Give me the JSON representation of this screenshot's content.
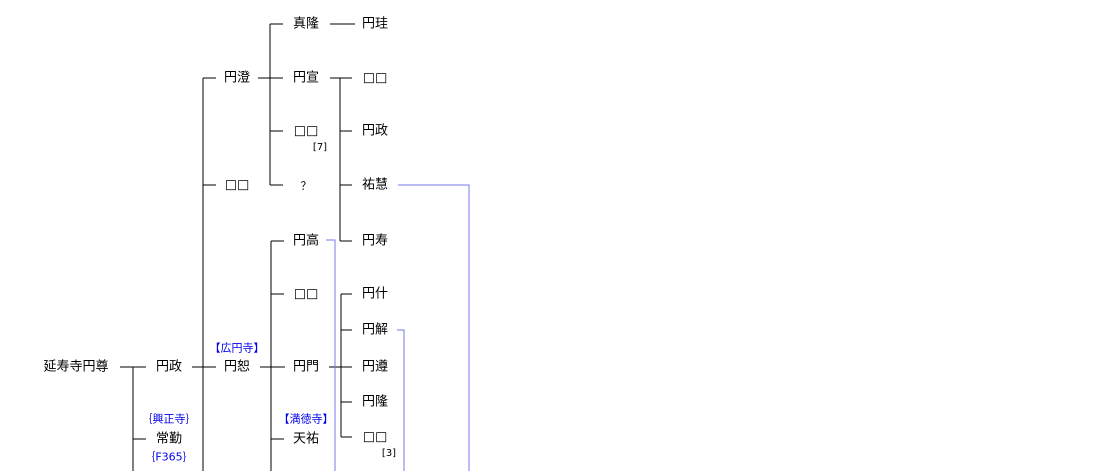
{
  "colors": {
    "line": "#000000",
    "link": "#7777ee",
    "temple": "#0000ee"
  },
  "nodes": {
    "root": "延寿寺円尊",
    "c2a": "円政",
    "c2b": "常勤",
    "c3a": "円澄",
    "c3b": "□□",
    "c3c": "円恕",
    "c4a": "真隆",
    "c4b": "円宣",
    "c4c": "□□",
    "c4d": "？",
    "c4e": "円高",
    "c4f": "□□",
    "c4g": "円門",
    "c4h": "天祐",
    "c5a": "円珪",
    "c5b": "□□",
    "c5c": "円政",
    "c5d": "祐慧",
    "c5e": "円寿",
    "c5f": "円什",
    "c5g": "円解",
    "c5h": "円遵",
    "c5i": "円隆",
    "c5j": "□□"
  },
  "labels": {
    "kosho": "｛興正寺｝",
    "f365": "｛F365｝",
    "koen": "【広円寺】",
    "mantoku": "【満徳寺】"
  },
  "notes": {
    "n7": "[7]",
    "n3": "[3]"
  }
}
